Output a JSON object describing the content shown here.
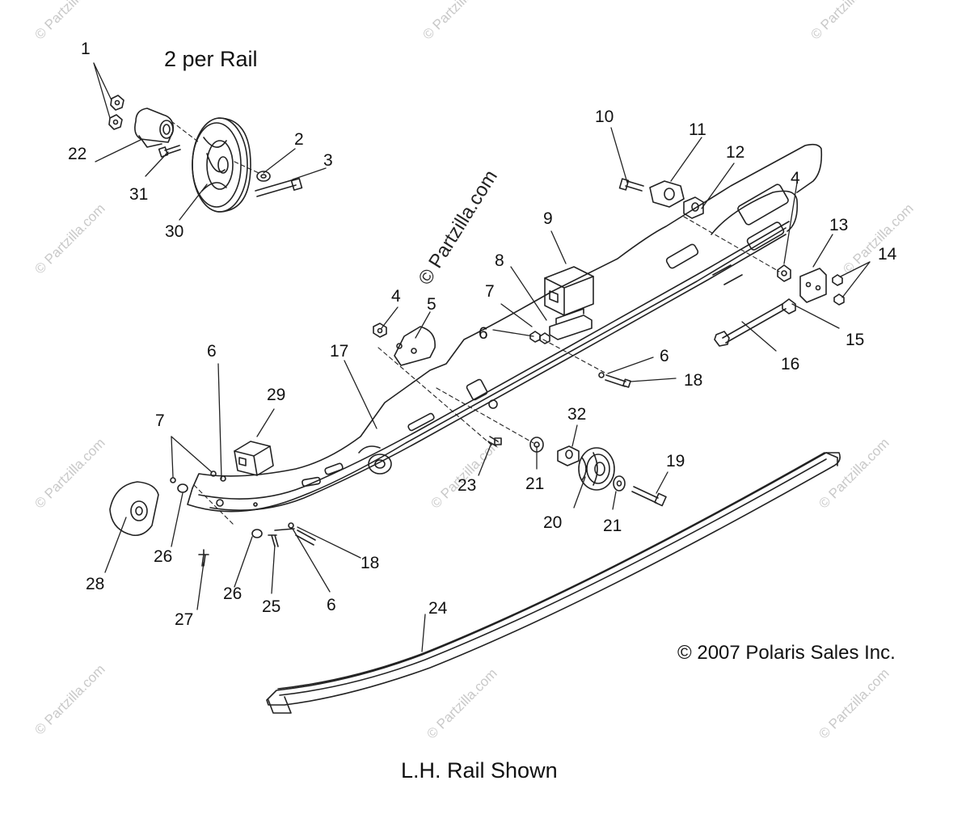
{
  "header": {
    "note": "2 per Rail"
  },
  "footer": {
    "caption": "L.H. Rail Shown"
  },
  "copyright": "© 2007 Polaris Sales Inc.",
  "watermark": "© Partzilla.com",
  "watermark_small": "© Partzilla.com",
  "callouts": {
    "c1": "1",
    "c2": "2",
    "c3": "3",
    "c4a": "4",
    "c4b": "4",
    "c5": "5",
    "c6a": "6",
    "c6b": "6",
    "c6c": "6",
    "c6d": "6",
    "c7a": "7",
    "c7b": "7",
    "c8": "8",
    "c9": "9",
    "c10": "10",
    "c11": "11",
    "c12": "12",
    "c13": "13",
    "c14": "14",
    "c15": "15",
    "c16": "16",
    "c17": "17",
    "c18a": "18",
    "c18b": "18",
    "c19": "19",
    "c20": "20",
    "c21a": "21",
    "c21b": "21",
    "c22": "22",
    "c23": "23",
    "c24": "24",
    "c25": "25",
    "c26a": "26",
    "c26b": "26",
    "c27": "27",
    "c28": "28",
    "c29": "29",
    "c30": "30",
    "c31": "31",
    "c32": "32"
  },
  "icons": {
    "wheel": "idler-wheel-icon",
    "rail": "slide-rail-icon",
    "wear_strip": "wear-strip-icon"
  }
}
